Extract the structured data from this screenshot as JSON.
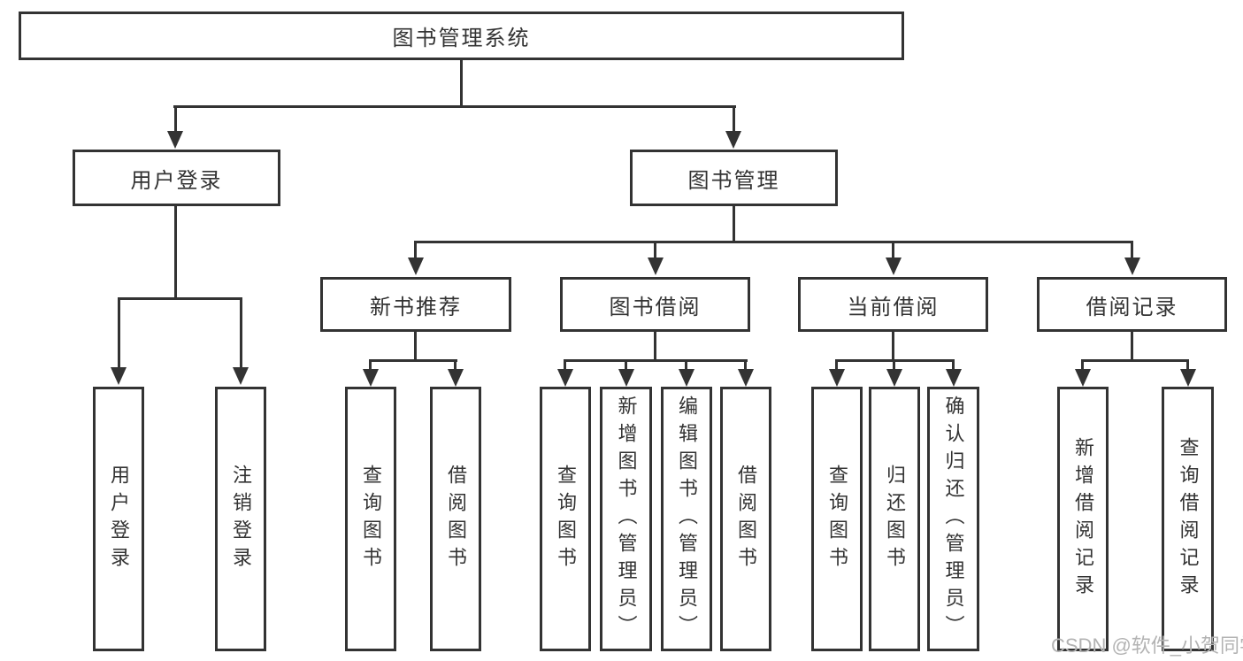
{
  "diagram": {
    "root": {
      "label": "图书管理系统"
    },
    "level2": [
      {
        "label": "用户登录",
        "parent": "图书管理系统"
      },
      {
        "label": "图书管理",
        "parent": "图书管理系统"
      }
    ],
    "level3": [
      {
        "label": "新书推荐",
        "parent": "图书管理"
      },
      {
        "label": "图书借阅",
        "parent": "图书管理"
      },
      {
        "label": "当前借阅",
        "parent": "图书管理"
      },
      {
        "label": "借阅记录",
        "parent": "图书管理"
      }
    ],
    "leaves": [
      {
        "label": "用户登录",
        "parent": "用户登录"
      },
      {
        "label": "注销登录",
        "parent": "用户登录"
      },
      {
        "label": "查询图书",
        "parent": "新书推荐"
      },
      {
        "label": "借阅图书",
        "parent": "新书推荐"
      },
      {
        "label": "查询图书",
        "parent": "图书借阅"
      },
      {
        "label": "新增图书（管理员）",
        "parent": "图书借阅"
      },
      {
        "label": "编辑图书（管理员）",
        "parent": "图书借阅"
      },
      {
        "label": "借阅图书",
        "parent": "图书借阅"
      },
      {
        "label": "查询图书",
        "parent": "当前借阅"
      },
      {
        "label": "归还图书",
        "parent": "当前借阅"
      },
      {
        "label": "确认归还（管理员）",
        "parent": "当前借阅"
      },
      {
        "label": "新增借阅记录",
        "parent": "借阅记录"
      },
      {
        "label": "查询借阅记录",
        "parent": "借阅记录"
      }
    ]
  },
  "watermark": {
    "text": "CSDN @软件_小贺同学"
  },
  "colors": {
    "line": "#333333",
    "text": "#333333",
    "watermark": "#b3b3b3",
    "background": "#ffffff"
  }
}
